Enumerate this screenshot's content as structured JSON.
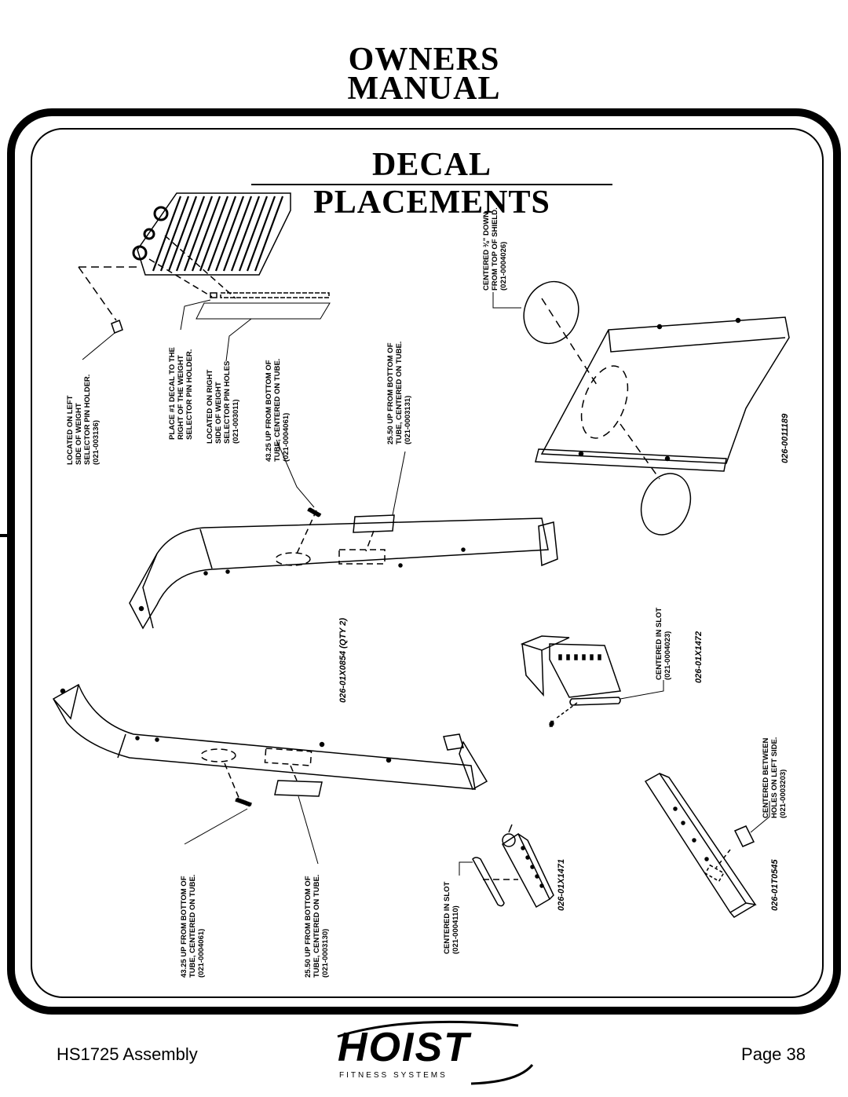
{
  "header": {
    "line1": "OWNERS",
    "line2": "MANUAL"
  },
  "title": "DECAL PLACEMENTS",
  "callouts": {
    "c1": [
      "LOCATED ON LEFT",
      "SIDE OF WEIGHT",
      "SELECTOR PIN HOLDER.",
      "(021-003136)"
    ],
    "c2": [
      "PLACE #1 DECAL TO THE",
      "RIGHT OF THE WEIGHT",
      "SELECTOR PIN HOLDER."
    ],
    "c3": [
      "LOCATED ON RIGHT",
      "SIDE OF WEIGHT",
      "SELECTOR PIN HOLES",
      "(021-003011)"
    ],
    "c4": [
      "43.25 UP FROM BOTTOM OF",
      "TUBE, CENTERED ON TUBE.",
      "(021-0004061)"
    ],
    "c5": [
      "25.50 UP FROM BOTTOM OF",
      "TUBE, CENTERED ON TUBE.",
      "(021-0003131)"
    ],
    "c6": [
      "CENTERED ⅜\" DOWN,",
      "FROM TOP OF SHIELD.",
      "(021-0004026)"
    ],
    "c7": [
      "43.25 UP FROM BOTTOM OF",
      "TUBE, CENTERED ON TUBE.",
      "(021-0004061)"
    ],
    "c8": [
      "25.50 UP FROM BOTTOM OF",
      "TUBE, CENTERED ON TUBE.",
      "(021-0003130)"
    ],
    "c9": [
      "CENTERED IN SLOT",
      "(021-0004110)"
    ],
    "c10": [
      "CENTERED IN SLOT",
      "(021-0004023)"
    ],
    "c11": [
      "CENTERED BETWEEN",
      "HOLES ON LEFT SIDE.",
      "(021-0003203)"
    ]
  },
  "parts": {
    "p1": "026-0011189",
    "p2": "026-01X0854 (QTY 2)",
    "p3": "026-01X1472",
    "p4": "026-01X1471",
    "p5": "026-01T0545"
  },
  "footer": {
    "left": "HS1725 Assembly",
    "right": "Page 38"
  },
  "logo": {
    "name": "HOIST",
    "sub": "FITNESS SYSTEMS"
  }
}
